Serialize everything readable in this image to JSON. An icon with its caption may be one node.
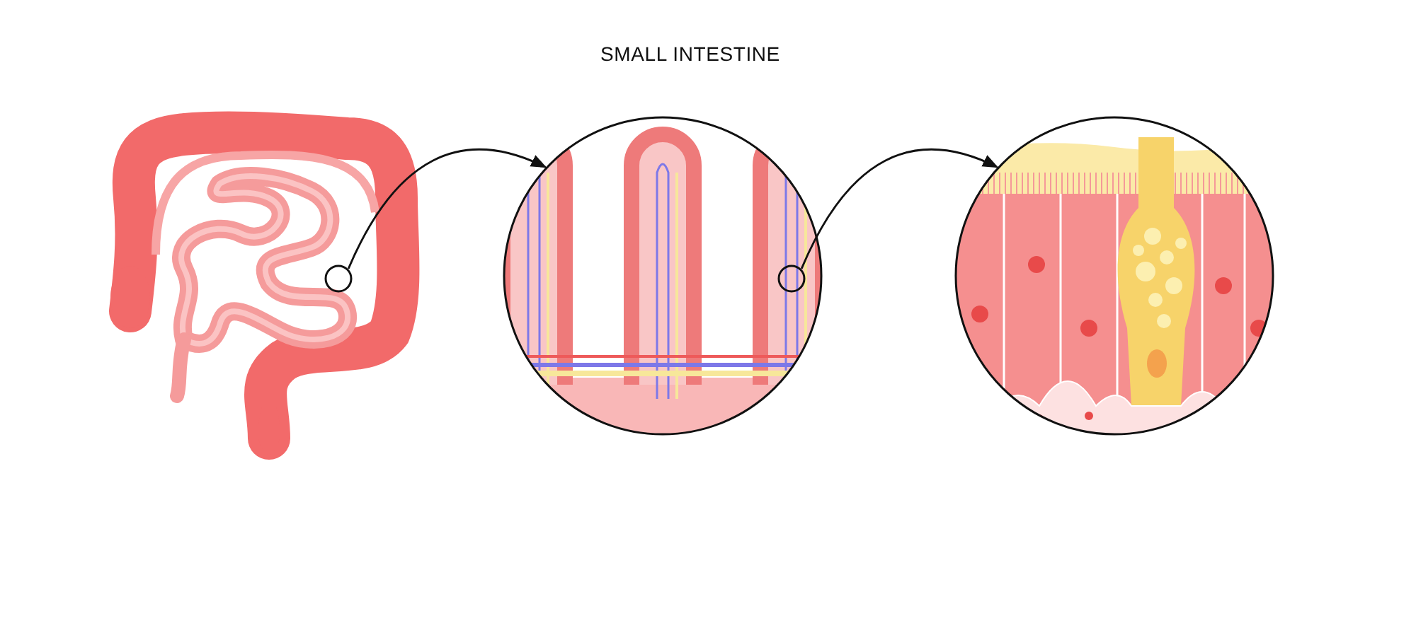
{
  "diagram": {
    "title": "SMALL INTESTINE",
    "nodes": [
      {
        "text": [],
        "shape": "picture"
      },
      {
        "text": [],
        "shape": "circle",
        "in": 0
      },
      {
        "text": [],
        "shape": "picture"
      },
      {
        "text": [],
        "shape": "circle",
        "in": 2
      },
      {
        "text": [],
        "shape": "picture"
      }
    ],
    "edges": [
      {
        "from": 1,
        "to": 2,
        "arrow": "to"
      },
      {
        "from": 3,
        "to": 4,
        "arrow": "to"
      }
    ]
  }
}
